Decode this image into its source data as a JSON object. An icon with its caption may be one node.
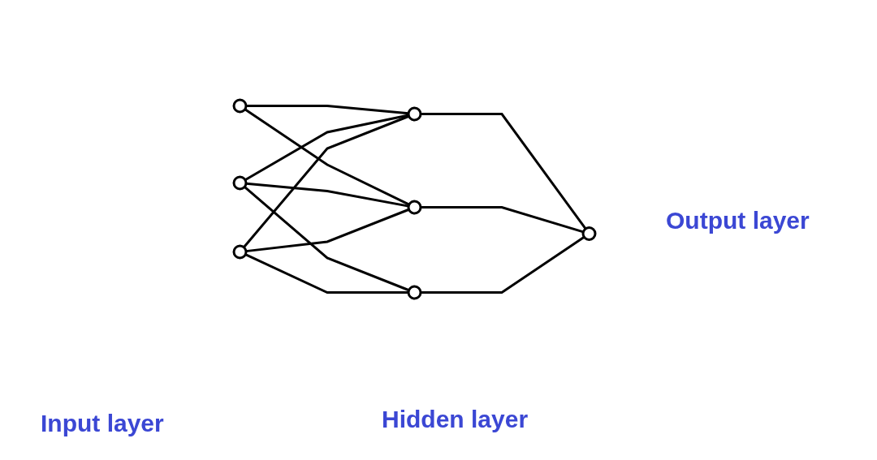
{
  "diagram": {
    "nodes": [
      {
        "text": [],
        "shape": "circle"
      },
      {
        "text": [],
        "shape": "circle"
      },
      {
        "text": [],
        "shape": "circle"
      },
      {
        "text": [],
        "shape": "circle"
      },
      {
        "text": [],
        "shape": "circle"
      },
      {
        "text": [],
        "shape": "circle"
      },
      {
        "text": [],
        "shape": "circle"
      }
    ],
    "edges": [
      {
        "from": 0,
        "to": 3,
        "arrow": "none"
      },
      {
        "from": 0,
        "to": 4,
        "arrow": "none"
      },
      {
        "from": 1,
        "to": 3,
        "arrow": "none"
      },
      {
        "from": 1,
        "to": 4,
        "arrow": "none"
      },
      {
        "from": 1,
        "to": 5,
        "arrow": "none"
      },
      {
        "from": 2,
        "to": 3,
        "arrow": "none"
      },
      {
        "from": 2,
        "to": 4,
        "arrow": "none"
      },
      {
        "from": 2,
        "to": 5,
        "arrow": "none"
      },
      {
        "from": 3,
        "to": 6,
        "arrow": "none"
      },
      {
        "from": 4,
        "to": 6,
        "arrow": "none"
      },
      {
        "from": 5,
        "to": 6,
        "arrow": "none"
      }
    ],
    "labels": [
      "Output layer",
      "Input layer",
      "Hidden layer"
    ]
  }
}
